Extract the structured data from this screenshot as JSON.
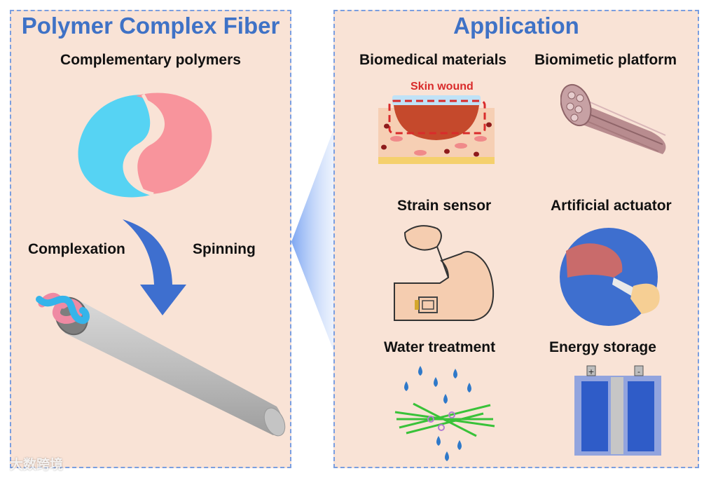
{
  "left": {
    "title": "Polymer Complex Fiber",
    "subtitle": "Complementary polymers",
    "step_left": "Complexation",
    "step_right": "Spinning"
  },
  "right": {
    "title": "Application",
    "items": [
      {
        "label": "Biomedical materials",
        "icon": "skin-wound-icon",
        "note": "Skin wound"
      },
      {
        "label": "Biomimetic platform",
        "icon": "fiber-bundle-icon"
      },
      {
        "label": "Strain sensor",
        "icon": "flexed-arm-icon"
      },
      {
        "label": "Artificial actuator",
        "icon": "muscle-tendon-icon"
      },
      {
        "label": "Water treatment",
        "icon": "filter-mesh-icon"
      },
      {
        "label": "Energy storage",
        "icon": "battery-cell-icon"
      }
    ]
  },
  "watermark": "大数跨境",
  "colors": {
    "title_blue": "#3f72c6",
    "panel_bg": "#f9e3d6",
    "polymer_cyan": "#56d3f3",
    "polymer_pink": "#f8949c",
    "arrow_blue": "#3e6fcf"
  }
}
